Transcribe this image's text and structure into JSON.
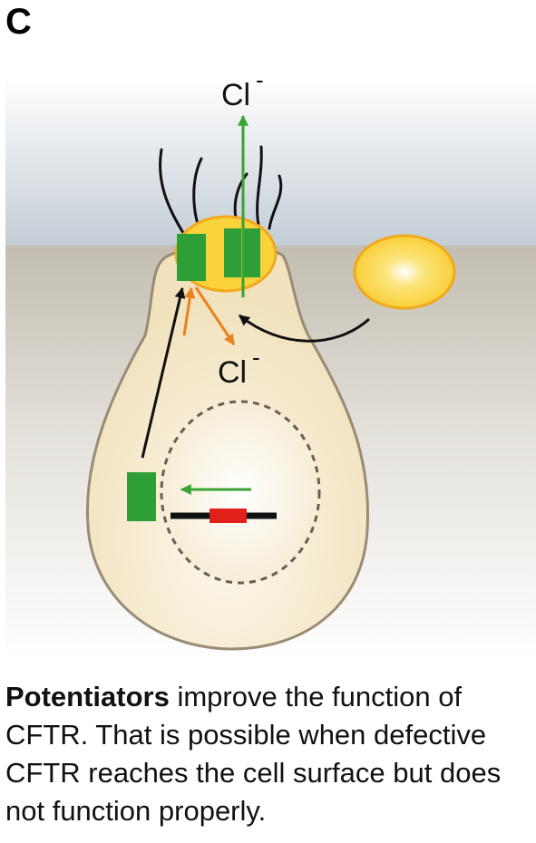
{
  "panel": {
    "letter": "C"
  },
  "labels": {
    "ion_top": "Cl",
    "ion_top_charge": "-",
    "ion_bottom": "Cl",
    "ion_bottom_charge": "-"
  },
  "caption": {
    "bold": "Potentiators",
    "text": " improve the function of CFTR. That is possible when defective CFTR reaches the cell surface but does not function properly."
  },
  "colors": {
    "cftr_green": "#2e9e37",
    "arrow_green": "#3aa335",
    "arrow_orange": "#e8821e",
    "gene_red": "#e0211a",
    "vesicle_yellow": "#f9d23c",
    "vesicle_edge": "#f2a81d",
    "cell_fill": "#f6e9c8",
    "cell_edge": "#9a8b76"
  },
  "icons": [
    "cftr-channel",
    "vesicle",
    "nucleus",
    "gene-bar",
    "cilia"
  ]
}
